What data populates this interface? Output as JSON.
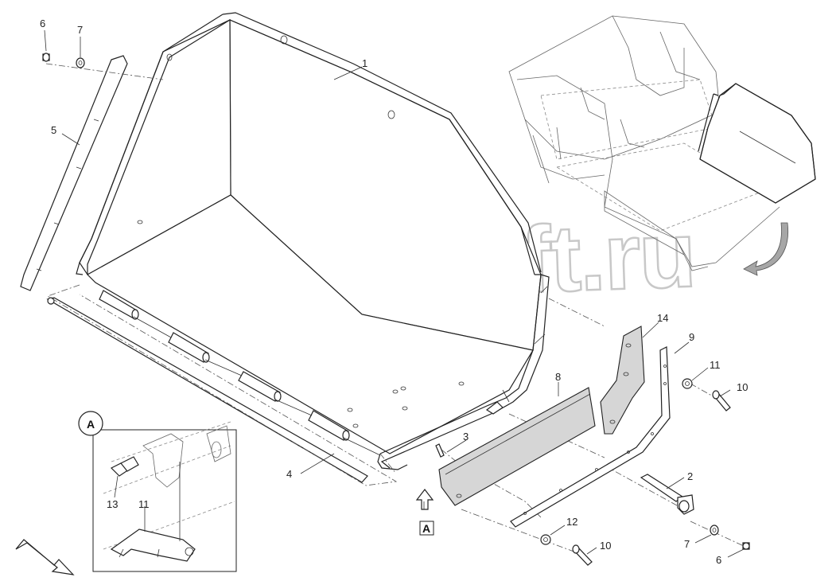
{
  "watermark": "AutoSoft.ru",
  "parts": [
    {
      "id": "p1",
      "label": "1"
    },
    {
      "id": "p2",
      "label": "2"
    },
    {
      "id": "p3",
      "label": "3"
    },
    {
      "id": "p4",
      "label": "4"
    },
    {
      "id": "p5",
      "label": "5"
    },
    {
      "id": "p6a",
      "label": "6"
    },
    {
      "id": "p6b",
      "label": "6"
    },
    {
      "id": "p7a",
      "label": "7"
    },
    {
      "id": "p7b",
      "label": "7"
    },
    {
      "id": "p8",
      "label": "8"
    },
    {
      "id": "p9",
      "label": "9"
    },
    {
      "id": "p10a",
      "label": "10"
    },
    {
      "id": "p10b",
      "label": "10"
    },
    {
      "id": "p11a",
      "label": "11"
    },
    {
      "id": "p11b",
      "label": "11"
    },
    {
      "id": "p12",
      "label": "12"
    },
    {
      "id": "p13",
      "label": "13"
    },
    {
      "id": "p14",
      "label": "14"
    }
  ],
  "detail_view": {
    "letter": "A"
  },
  "view_marker": {
    "letter": "A"
  },
  "icons": [
    "direction-arrow-icon",
    "rotation-arrow-icon",
    "view-arrow-icon"
  ]
}
